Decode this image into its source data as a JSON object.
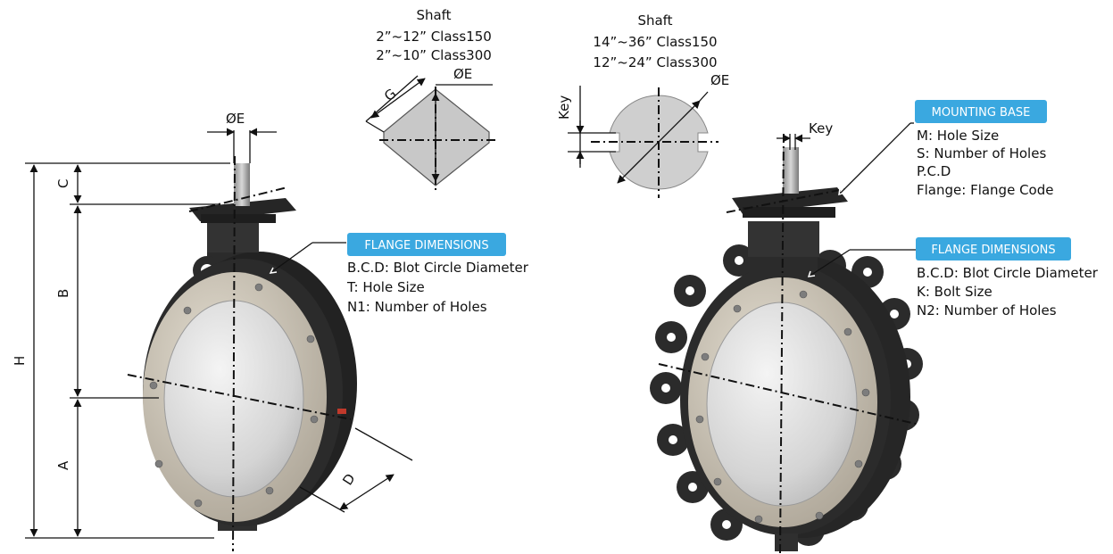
{
  "colors": {
    "badge": "#3aa8e0",
    "body": "#2b2b2b",
    "seat": "#c9bfae",
    "disc": "#dcdcdc",
    "shaft_section": "#cfcfcf"
  },
  "shaft_square": {
    "title": "Shaft",
    "line1": "2”~12” Class150",
    "line2": "2”~10” Class300",
    "label_g": "G",
    "label_e": "ØE"
  },
  "shaft_keyed": {
    "title": "Shaft",
    "line1": "14”~36” Class150",
    "line2": "12”~24” Class300",
    "label_key": "Key",
    "label_e": "ØE"
  },
  "left_valve": {
    "label_e": "ØE",
    "dim_c": "C",
    "dim_b": "B",
    "dim_h": "H",
    "dim_a": "A",
    "dim_d": "D",
    "badge": "FLANGE DIMENSIONS",
    "notes": [
      "B.C.D: Blot Circle Diameter",
      "T: Hole Size",
      "N1: Number of Holes"
    ]
  },
  "right_valve": {
    "label_key": "Key",
    "mounting_badge": "MOUNTING BASE",
    "mounting_notes": [
      "M: Hole Size",
      "S: Number of Holes",
      "P.C.D",
      "Flange: Flange Code"
    ],
    "flange_badge": "FLANGE DIMENSIONS",
    "flange_notes": [
      "B.C.D: Blot Circle Diameter",
      "K: Bolt Size",
      "N2: Number of Holes"
    ]
  }
}
